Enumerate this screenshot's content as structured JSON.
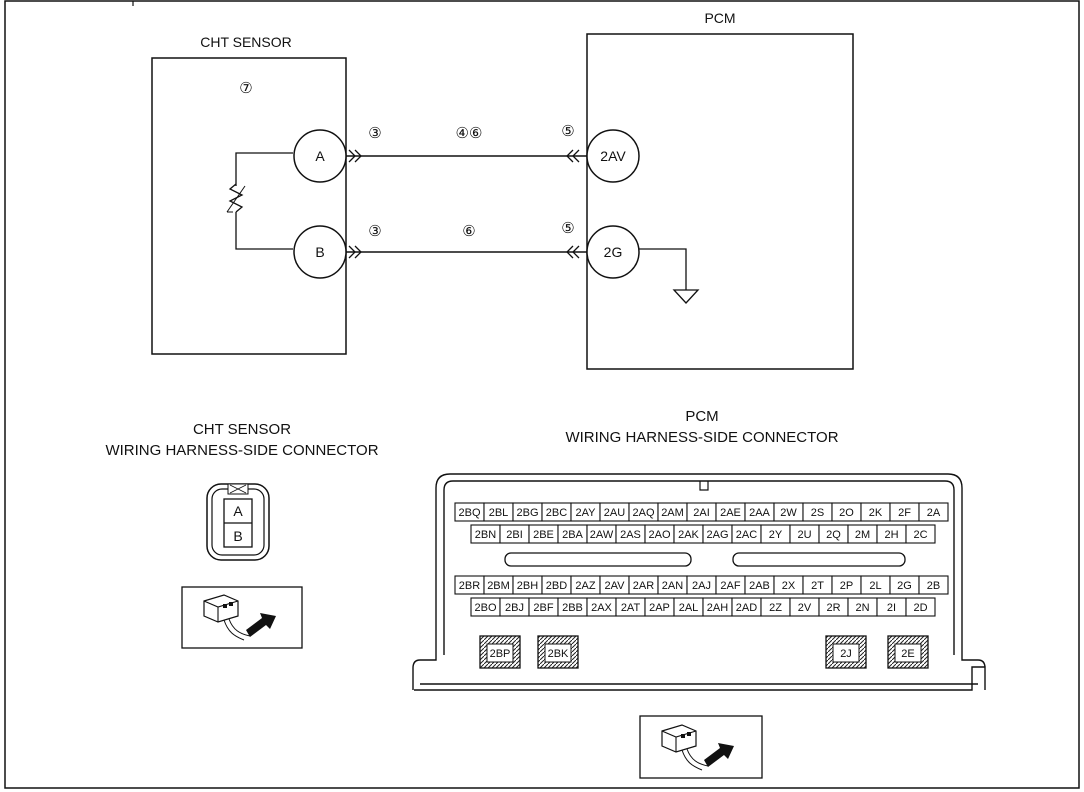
{
  "top": {
    "cht_sensor_label": "CHT SENSOR",
    "pcm_label": "PCM",
    "circled_7": "⑦",
    "pin_a": "A",
    "pin_b": "B",
    "pin_2av": "2AV",
    "pin_2g": "2G",
    "wire_a_left": "③",
    "wire_a_mid": "④⑥",
    "wire_a_right": "⑤",
    "wire_b_left": "③",
    "wire_b_mid": "⑥",
    "wire_b_right": "⑤"
  },
  "cht_connector": {
    "title_line1": "CHT SENSOR",
    "title_line2": "WIRING HARNESS-SIDE CONNECTOR",
    "cavity_a": "A",
    "cavity_b": "B"
  },
  "pcm_connector": {
    "title_line1": "PCM",
    "title_line2": "WIRING HARNESS-SIDE CONNECTOR",
    "row1": [
      "2BQ",
      "2BL",
      "2BG",
      "2BC",
      "2AY",
      "2AU",
      "2AQ",
      "2AM",
      "2AI",
      "2AE",
      "2AA",
      "2W",
      "2S",
      "2O",
      "2K",
      "2F",
      "2A"
    ],
    "row2": [
      "2BN",
      "2BI",
      "2BE",
      "2BA",
      "2AW",
      "2AS",
      "2AO",
      "2AK",
      "2AG",
      "2AC",
      "2Y",
      "2U",
      "2Q",
      "2M",
      "2H",
      "2C"
    ],
    "row3": [
      "2BR",
      "2BM",
      "2BH",
      "2BD",
      "2AZ",
      "2AV",
      "2AR",
      "2AN",
      "2AJ",
      "2AF",
      "2AB",
      "2X",
      "2T",
      "2P",
      "2L",
      "2G",
      "2B"
    ],
    "row4": [
      "2BO",
      "2BJ",
      "2BF",
      "2BB",
      "2AX",
      "2AT",
      "2AP",
      "2AL",
      "2AH",
      "2AD",
      "2Z",
      "2V",
      "2R",
      "2N",
      "2I",
      "2D"
    ],
    "big_pins": [
      "2BP",
      "2BK",
      "2J",
      "2E"
    ]
  }
}
